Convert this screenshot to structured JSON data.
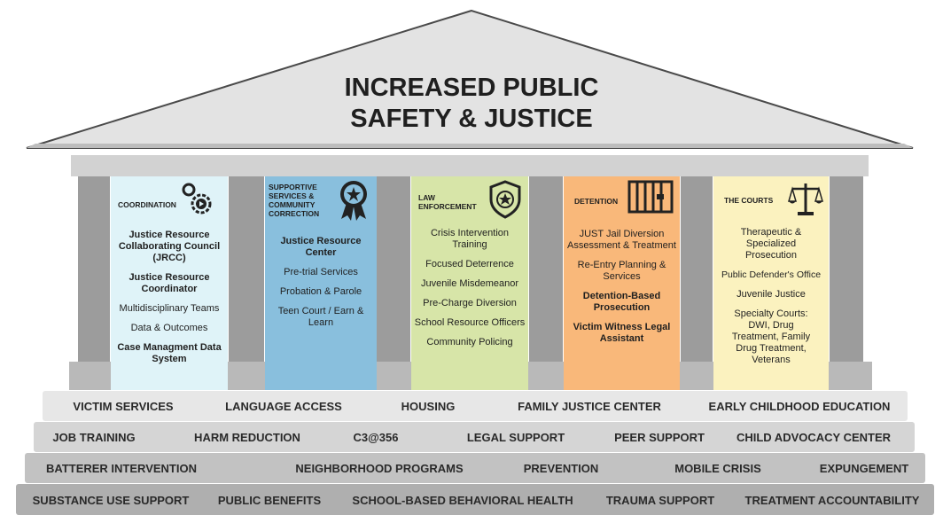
{
  "roof": {
    "title_line1": "INCREASED PUBLIC",
    "title_line2": "SAFETY & JUSTICE"
  },
  "colors": {
    "roof": "#e3e3e3",
    "column": "#9c9c9c",
    "coordination": "#dff3f8",
    "supportive": "#89bfdd",
    "law": "#d7e5a8",
    "detention": "#f9b87a",
    "courts": "#fbf2bf"
  },
  "pillars": [
    {
      "heading": "COORDINATION",
      "icon": "gears-icon",
      "items": [
        {
          "text": "Justice Resource Collaborating Council (JRCC)",
          "bold": true
        },
        {
          "text": "Justice Resource Coordinator",
          "bold": true
        },
        {
          "text": "Multidisciplinary Teams",
          "bold": false
        },
        {
          "text": "Data & Outcomes",
          "bold": false
        },
        {
          "text": "Case Managment Data System",
          "bold": true
        }
      ]
    },
    {
      "heading": "SUPPORTIVE SERVICES & COMMUNITY CORRECTION",
      "icon": "award-ribbon-icon",
      "items": [
        {
          "text": "Justice Resource Center",
          "bold": true
        },
        {
          "text": "Pre-trial Services",
          "bold": false
        },
        {
          "text": "Probation & Parole",
          "bold": false
        },
        {
          "text": "Teen Court / Earn & Learn",
          "bold": false
        }
      ]
    },
    {
      "heading": "LAW ENFORCEMENT",
      "icon": "police-badge-icon",
      "items": [
        {
          "text": "Crisis Intervention Training",
          "bold": false
        },
        {
          "text": "Focused Deterrence",
          "bold": false
        },
        {
          "text": "Juvenile Misdemeanor",
          "bold": false
        },
        {
          "text": "Pre-Charge Diversion",
          "bold": false
        },
        {
          "text": "School Resource Officers",
          "bold": false
        },
        {
          "text": "Community Policing",
          "bold": false
        }
      ]
    },
    {
      "heading": "DETENTION",
      "icon": "jail-cell-icon",
      "items": [
        {
          "text": "JUST Jail Diversion Assessment & Treatment",
          "bold": false
        },
        {
          "text": "Re-Entry Planning & Services",
          "bold": false
        },
        {
          "text": "Detention-Based Prosecution",
          "bold": true
        },
        {
          "text": "Victim Witness Legal Assistant",
          "bold": true
        }
      ]
    },
    {
      "heading": "THE COURTS",
      "icon": "scales-of-justice-icon",
      "items": [
        {
          "text": "Therapeutic & Specialized Prosecution",
          "bold": false
        },
        {
          "text": "Public Defender's Office",
          "bold": false
        },
        {
          "text": "Juvenile Justice",
          "bold": false
        },
        {
          "text": "Specialty Courts: DWI, Drug Treatment, Family Drug Treatment, Veterans",
          "bold": false
        }
      ]
    }
  ],
  "steps": [
    [
      "VICTIM SERVICES",
      "LANGUAGE ACCESS",
      "HOUSING",
      "FAMILY JUSTICE CENTER",
      "EARLY CHILDHOOD EDUCATION"
    ],
    [
      "JOB TRAINING",
      "HARM REDUCTION",
      "C3@356",
      "LEGAL SUPPORT",
      "PEER SUPPORT",
      "CHILD ADVOCACY CENTER"
    ],
    [
      "BATTERER INTERVENTION",
      "NEIGHBORHOOD PROGRAMS",
      "PREVENTION",
      "MOBILE CRISIS",
      "EXPUNGEMENT"
    ],
    [
      "SUBSTANCE USE SUPPORT",
      "PUBLIC BENEFITS",
      "SCHOOL-BASED BEHAVIORAL HEALTH",
      "TRAUMA SUPPORT",
      "TREATMENT ACCOUNTABILITY"
    ]
  ]
}
